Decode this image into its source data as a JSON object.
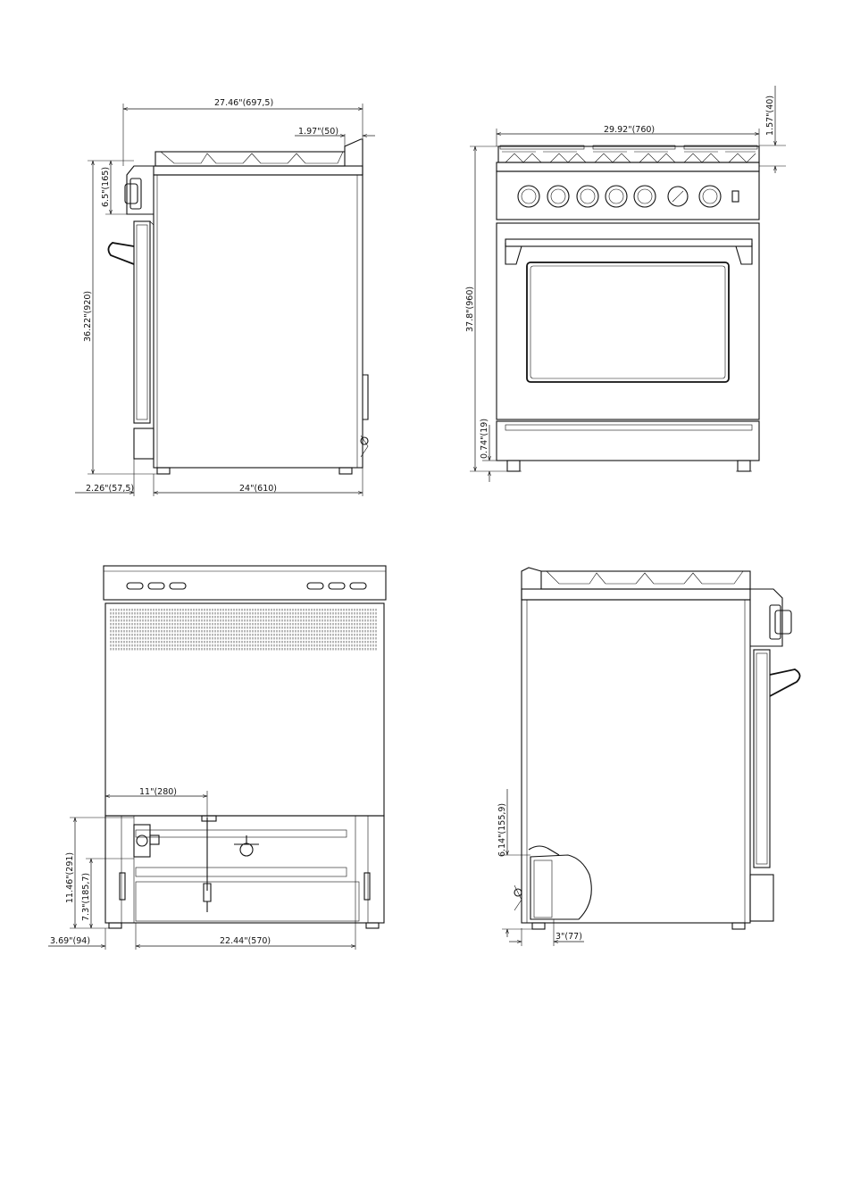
{
  "dimensions": {
    "side_left": {
      "depth_overall": "27.46\"(697,5)",
      "back_offset": "1.97\"(50)",
      "backguard_height": "6.5\"(165)",
      "height": "36.22\"(920)",
      "door_depth": "2.26\"(57,5)",
      "body_depth": "24\"(610)"
    },
    "front": {
      "width": "29.92\"(760)",
      "grate_height": "1.57\"(40)",
      "height_total": "37.8\"(960)",
      "foot_height": "0.74\"(19)"
    },
    "rear": {
      "gas_inlet_offset": "11\"(280)",
      "gas_inlet_height": "11.46\"(291)",
      "power_inlet_height": "7.3\"(185,7)",
      "side_margin": "3.69\"(94)",
      "inner_width": "22.44\"(570)"
    },
    "side_right": {
      "connector_height": "6.14\"(155,9)",
      "connector_depth": "3\"(77)"
    }
  },
  "colors": {
    "line": "#111111",
    "background": "#ffffff"
  }
}
